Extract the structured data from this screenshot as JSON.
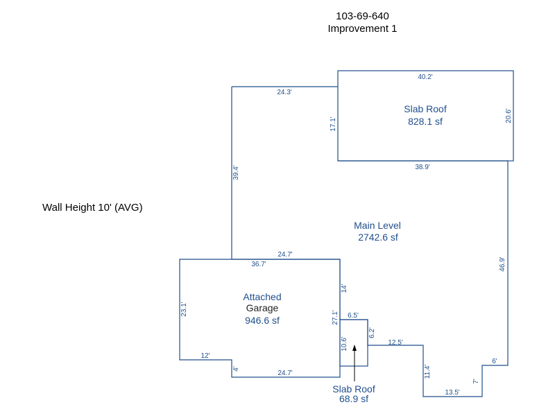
{
  "header": {
    "parcel_id": "103-69-640",
    "improvement": "Improvement 1"
  },
  "wall_height": "Wall Height 10' (AVG)",
  "areas": {
    "slab_roof_top": {
      "name": "Slab Roof",
      "area": "828.1 sf"
    },
    "main_level": {
      "name": "Main Level",
      "area": "2742.6 sf"
    },
    "garage": {
      "name_line1": "Attached",
      "name_line2": "Garage",
      "area": "946.6 sf"
    },
    "slab_roof_small": {
      "name": "Slab Roof",
      "area": "68.9 sf"
    }
  },
  "dimensions": {
    "d_40_2": "40.2'",
    "d_24_3": "24.3'",
    "d_17_1": "17.1'",
    "d_20_6": "20.6'",
    "d_38_9": "38.9'",
    "d_39_4": "39.4'",
    "d_24_7_top": "24.7'",
    "d_36_7": "36.7'",
    "d_14": "14'",
    "d_46_9": "46.9'",
    "d_23_1": "23.1'",
    "d_27_1": "27.1'",
    "d_6_5": "6.5'",
    "d_6_2": "6.2'",
    "d_12_5": "12.5'",
    "d_10_6": "10.6'",
    "d_12": "12'",
    "d_4": "4'",
    "d_24_7_bottom": "24.7'",
    "d_11_4": "11.4'",
    "d_6": "6'",
    "d_7": "7'",
    "d_13_5": "13.5'"
  }
}
